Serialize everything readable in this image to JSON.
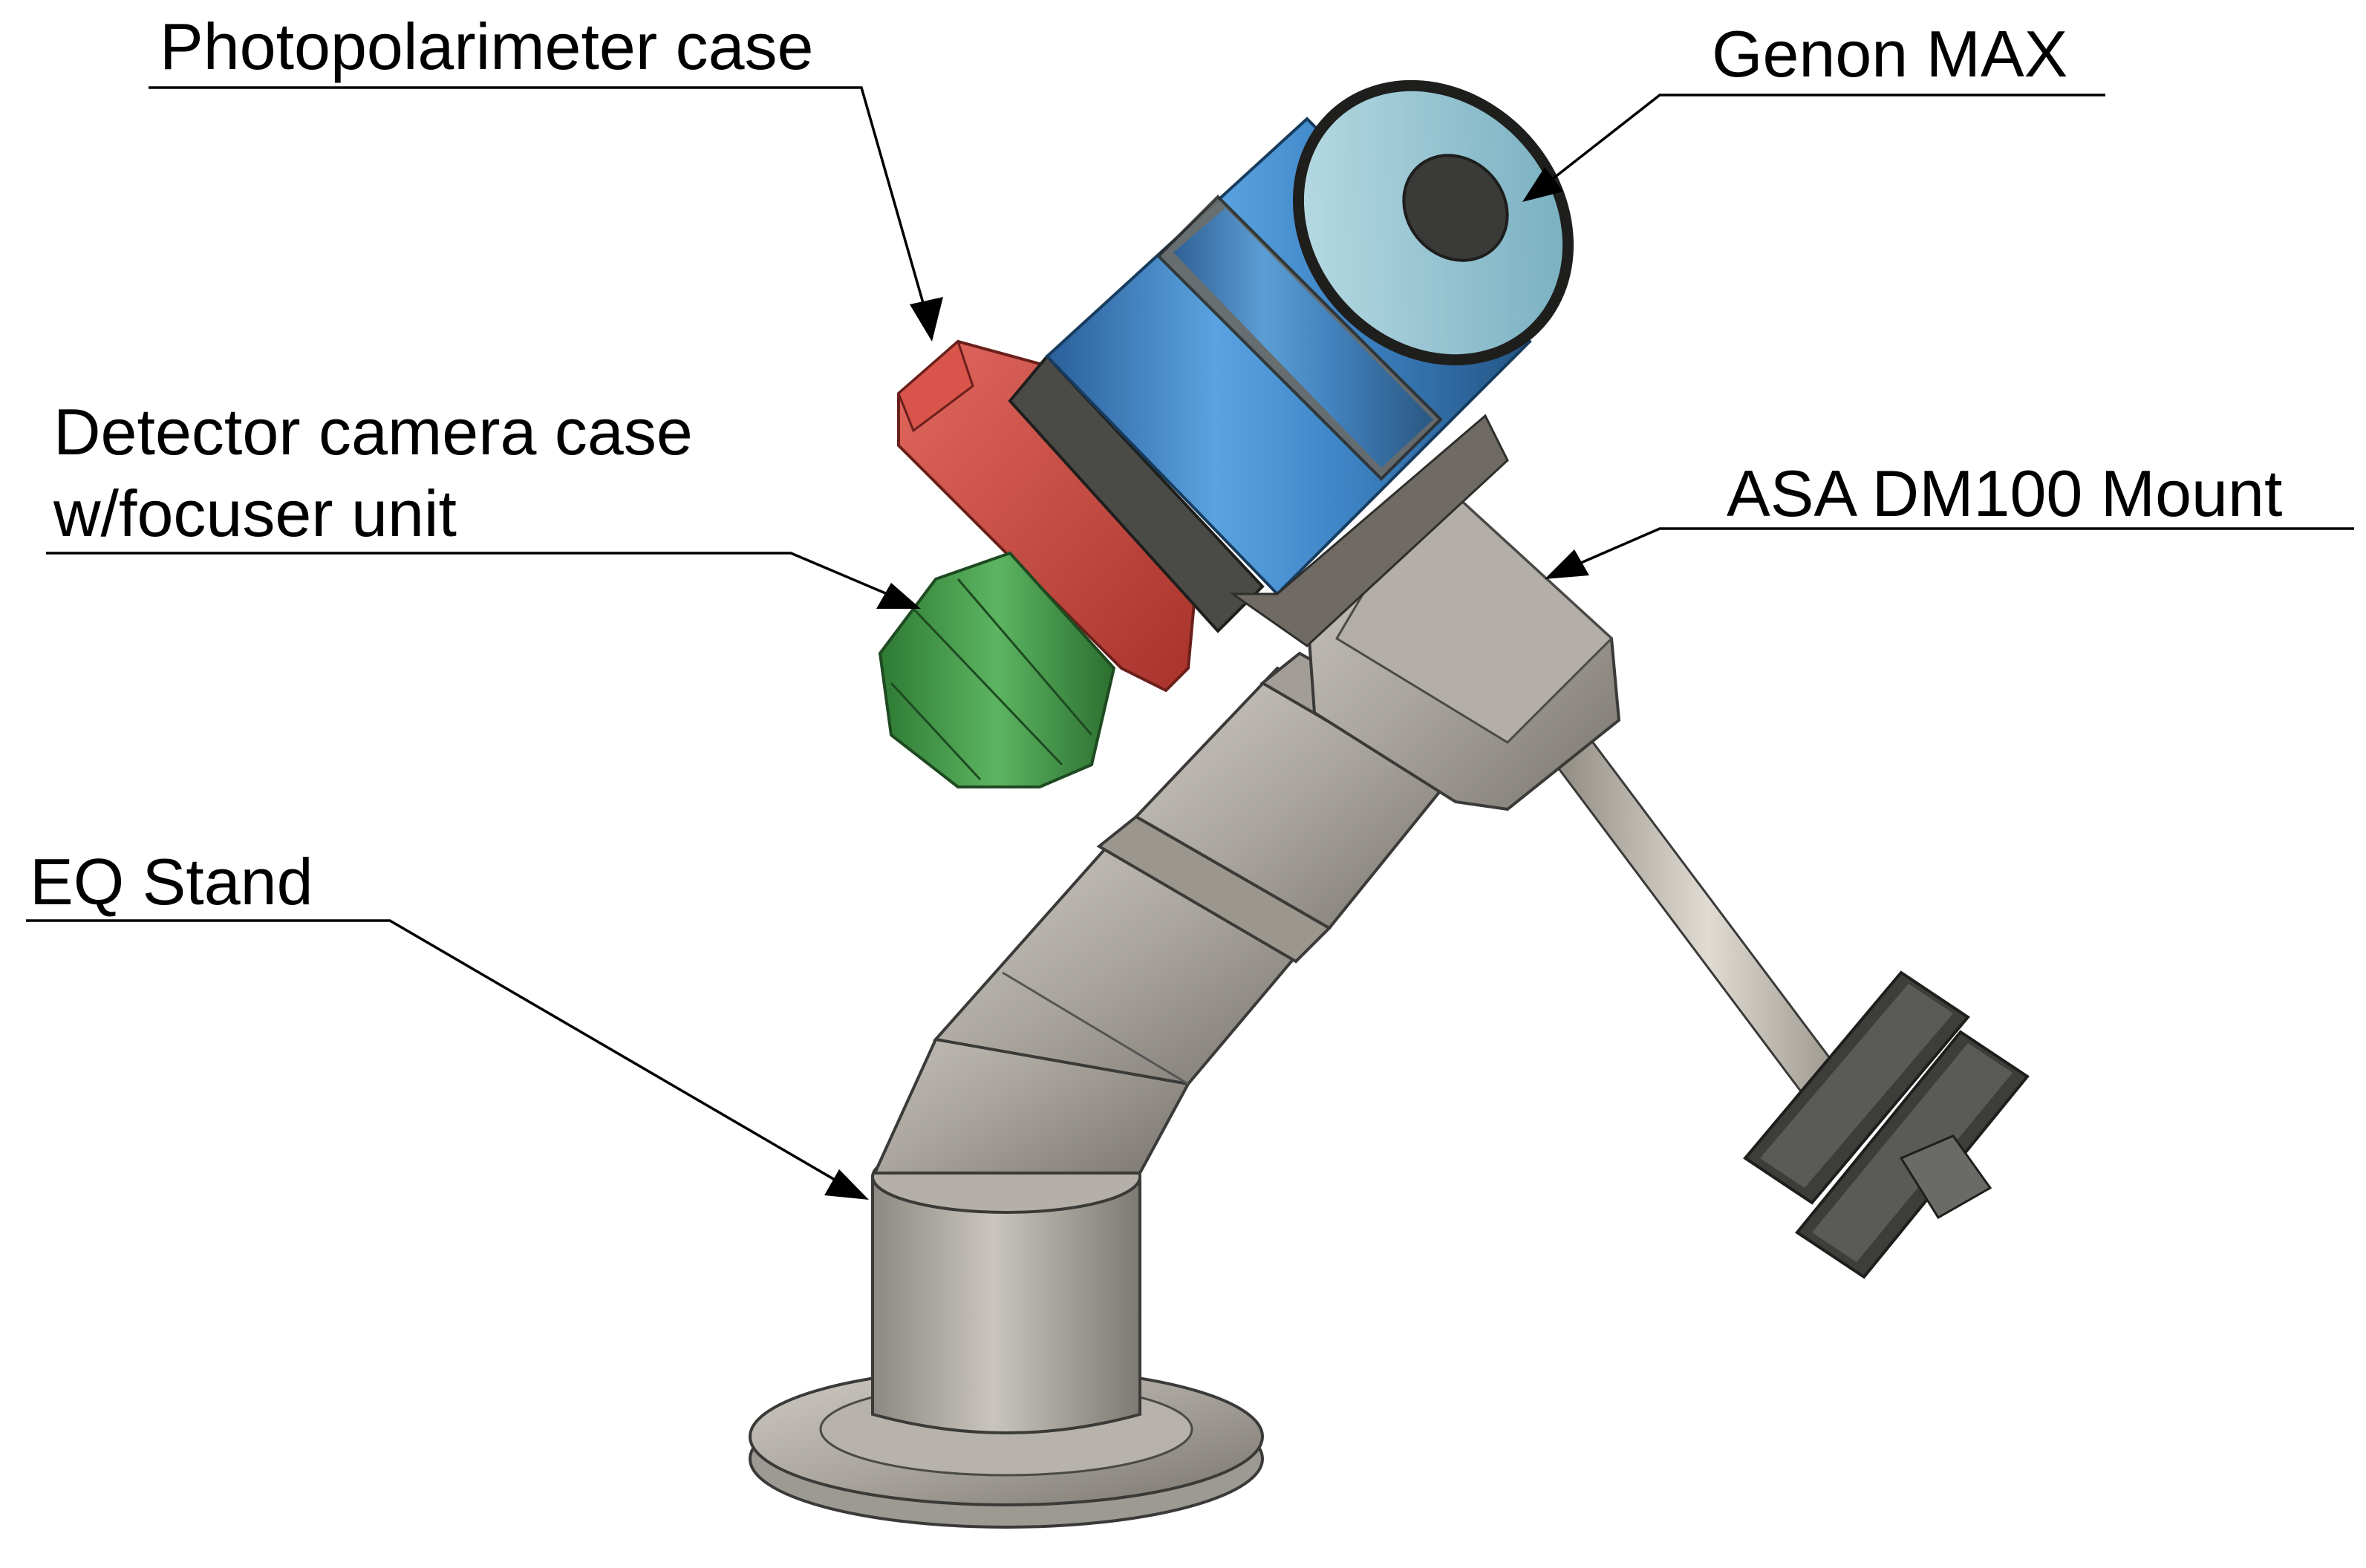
{
  "labels": {
    "photopolarimeter": "Photopolarimeter case",
    "genon": "Genon MAX",
    "detector_line1": "Detector camera case",
    "detector_line2": "w/focuser unit",
    "mount": "ASA DM100 Mount",
    "stand": "EQ Stand"
  },
  "colors": {
    "tube_blue": "#3f86c8",
    "photopolarimeter_red": "#c8483f",
    "detector_green": "#3f9a44",
    "metal_grey": "#a8a49c",
    "dark_ring": "#3a3a38"
  }
}
